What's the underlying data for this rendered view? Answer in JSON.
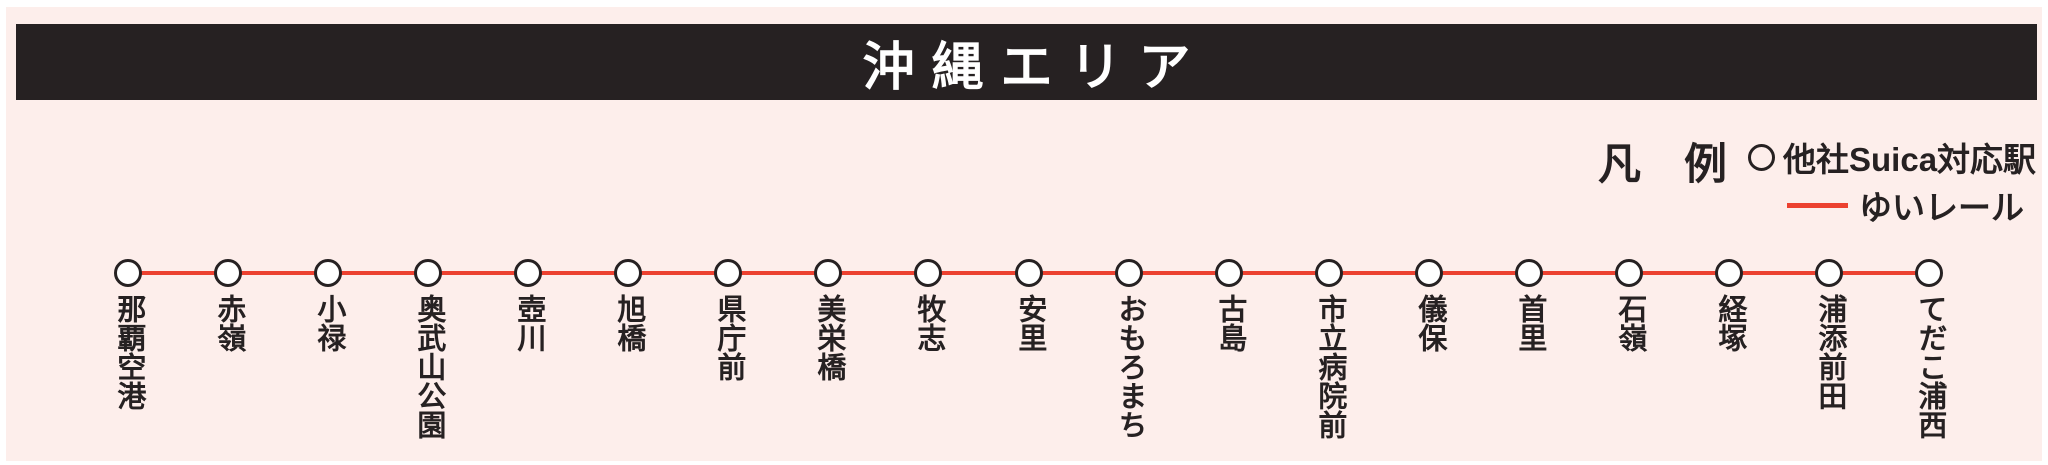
{
  "title": "沖縄エリア",
  "legend": {
    "heading": "凡　例",
    "items": [
      {
        "icon": "station-circle-icon",
        "label": "他社Suica対応駅"
      },
      {
        "icon": "rail-line-icon",
        "label": "ゆいレール"
      }
    ]
  },
  "line": {
    "name": "ゆいレール",
    "color": "#ec4130",
    "marker": "white-circle-dark-outline",
    "stations": [
      "那覇空港",
      "赤嶺",
      "小禄",
      "奥武山公園",
      "壺川",
      "旭橋",
      "県庁前",
      "美栄橋",
      "牧志",
      "安里",
      "おもろまち",
      "古島",
      "市立病院前",
      "儀保",
      "首里",
      "石嶺",
      "経塚",
      "浦添前田",
      "てだこ浦西"
    ]
  },
  "colors": {
    "background": "#fdeeeb",
    "title_bar": "#262122",
    "title_text": "#ffffff",
    "line": "#ec4130",
    "text": "#262122",
    "station_fill": "#ffffff"
  }
}
